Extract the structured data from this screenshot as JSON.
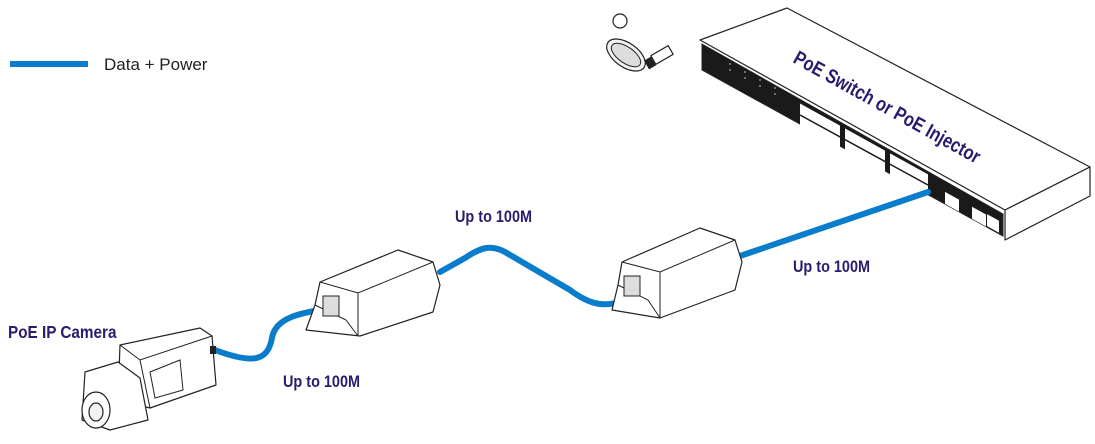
{
  "legend": {
    "label": "Data + Power",
    "color": "#0a7ccc"
  },
  "labels": {
    "switch": "PoE Switch or PoE Injector",
    "camera": "PoE IP Camera",
    "segment_camera": "Up to 100M",
    "segment_middle": "Up to 100M",
    "segment_switch": "Up to 100M"
  },
  "colors": {
    "text": "#2b1a6e",
    "cable": "#0a7ccc"
  }
}
